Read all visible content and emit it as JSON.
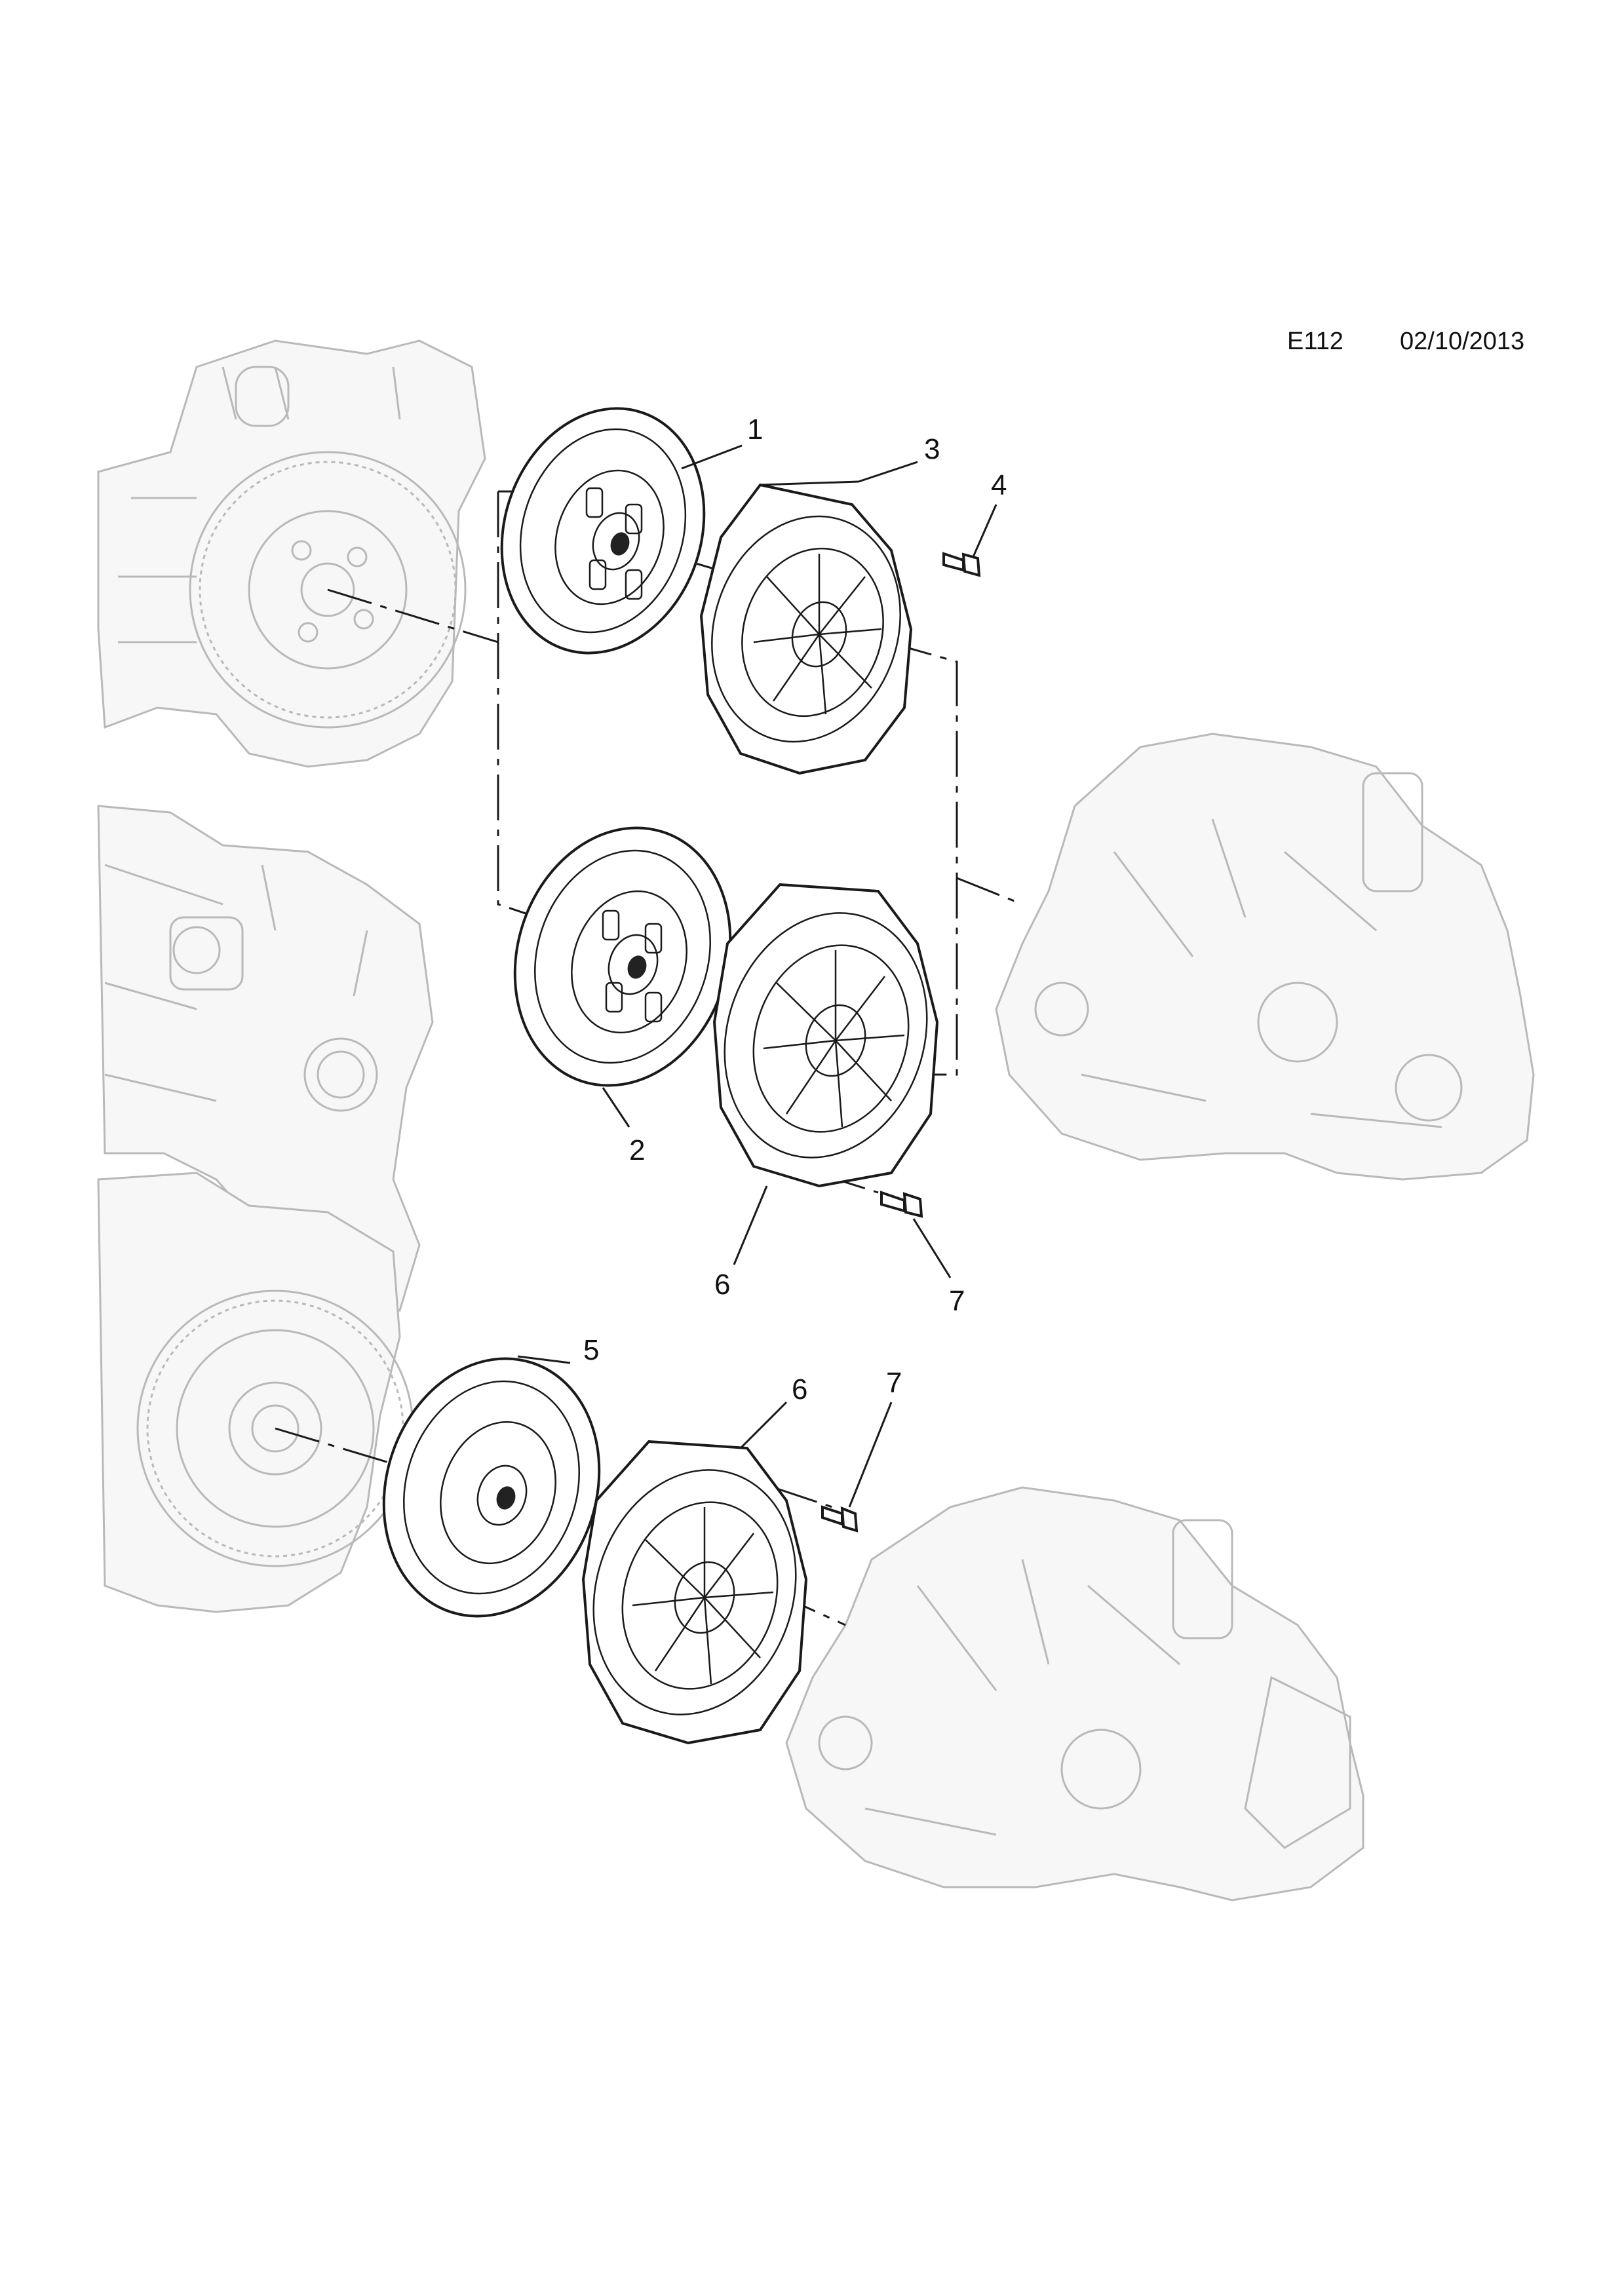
{
  "header": {
    "code": "E112",
    "date": "02/10/2013"
  },
  "callouts": {
    "c1": "1",
    "c2": "2",
    "c3": "3",
    "c4": "4",
    "c5": "5",
    "c6a": "6",
    "c6b": "6",
    "c7a": "7",
    "c7b": "7"
  }
}
